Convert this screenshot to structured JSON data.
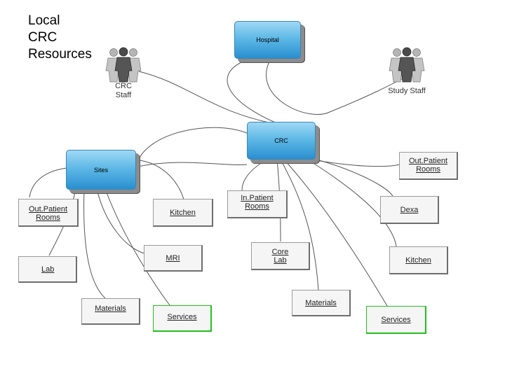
{
  "title": "Local\nCRC\nResources",
  "hubs": {
    "hospital": "Hospital",
    "crc": "CRC",
    "sites": "Sites"
  },
  "people": {
    "crc_staff": "CRC\nStaff",
    "study_staff": "Study Staff"
  },
  "nodes": {
    "outpatient_rooms_left": "Out.Patient\nRooms",
    "kitchen_left": "Kitchen",
    "mri": "MRI",
    "lab": "Lab",
    "materials_left": "Materials",
    "services_left": "Services",
    "outpatient_rooms_right": "Out.Patient\nRooms",
    "inpatient_rooms": "In.Patient\nRooms",
    "dexa": "Dexa",
    "core_lab": "Core\nLab",
    "kitchen_right": "Kitchen",
    "materials_right": "Materials",
    "services_right": "Services"
  },
  "colors": {
    "hub_fill": "#5fb9e6",
    "node_border": "#9a9a9a",
    "highlight_border": "#22c01e",
    "connector": "#555555"
  }
}
